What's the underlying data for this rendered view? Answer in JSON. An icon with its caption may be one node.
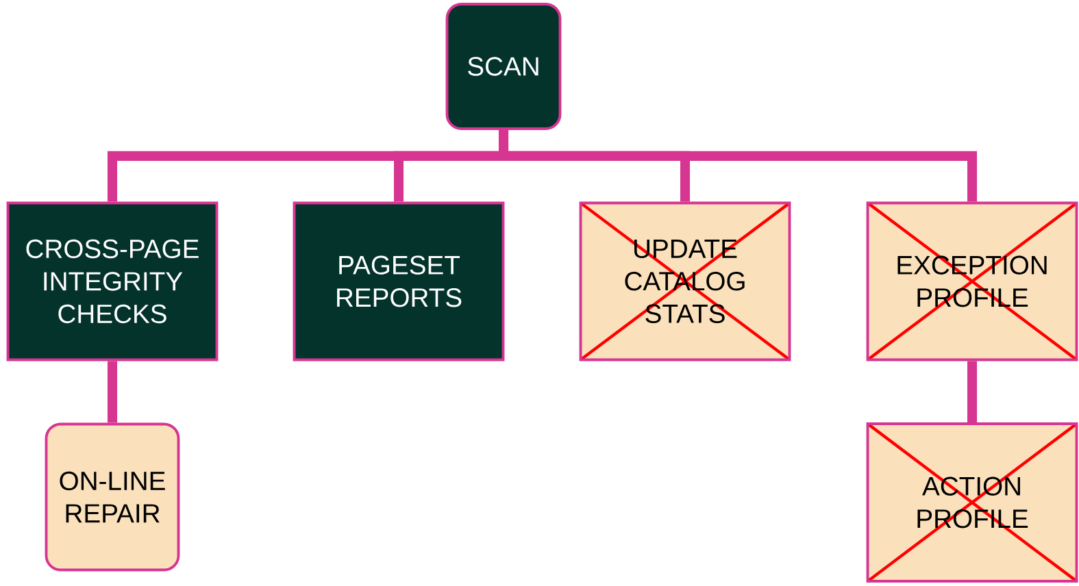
{
  "diagram": {
    "nodes": [
      {
        "text": [
          "SCAN"
        ]
      },
      {
        "text": [
          "CROSS-PAGE INTEGRITY CHECKS"
        ]
      },
      {
        "text": [
          "PAGESET REPORTS"
        ]
      },
      {
        "text": [
          "UPDATE CATALOG STATS"
        ]
      },
      {
        "text": [
          "EXCEPTION PROFILE"
        ]
      },
      {
        "text": [
          "ON-LINE REPAIR"
        ]
      },
      {
        "text": [
          "ACTION PROFILE"
        ]
      }
    ],
    "edges": [
      {
        "from": 0,
        "to": 1,
        "arrow": "none"
      },
      {
        "from": 0,
        "to": 2,
        "arrow": "none"
      },
      {
        "from": 0,
        "to": 3,
        "arrow": "none"
      },
      {
        "from": 0,
        "to": 4,
        "arrow": "none"
      },
      {
        "from": 1,
        "to": 5,
        "arrow": "none"
      },
      {
        "from": 4,
        "to": 6,
        "arrow": "none"
      }
    ]
  }
}
